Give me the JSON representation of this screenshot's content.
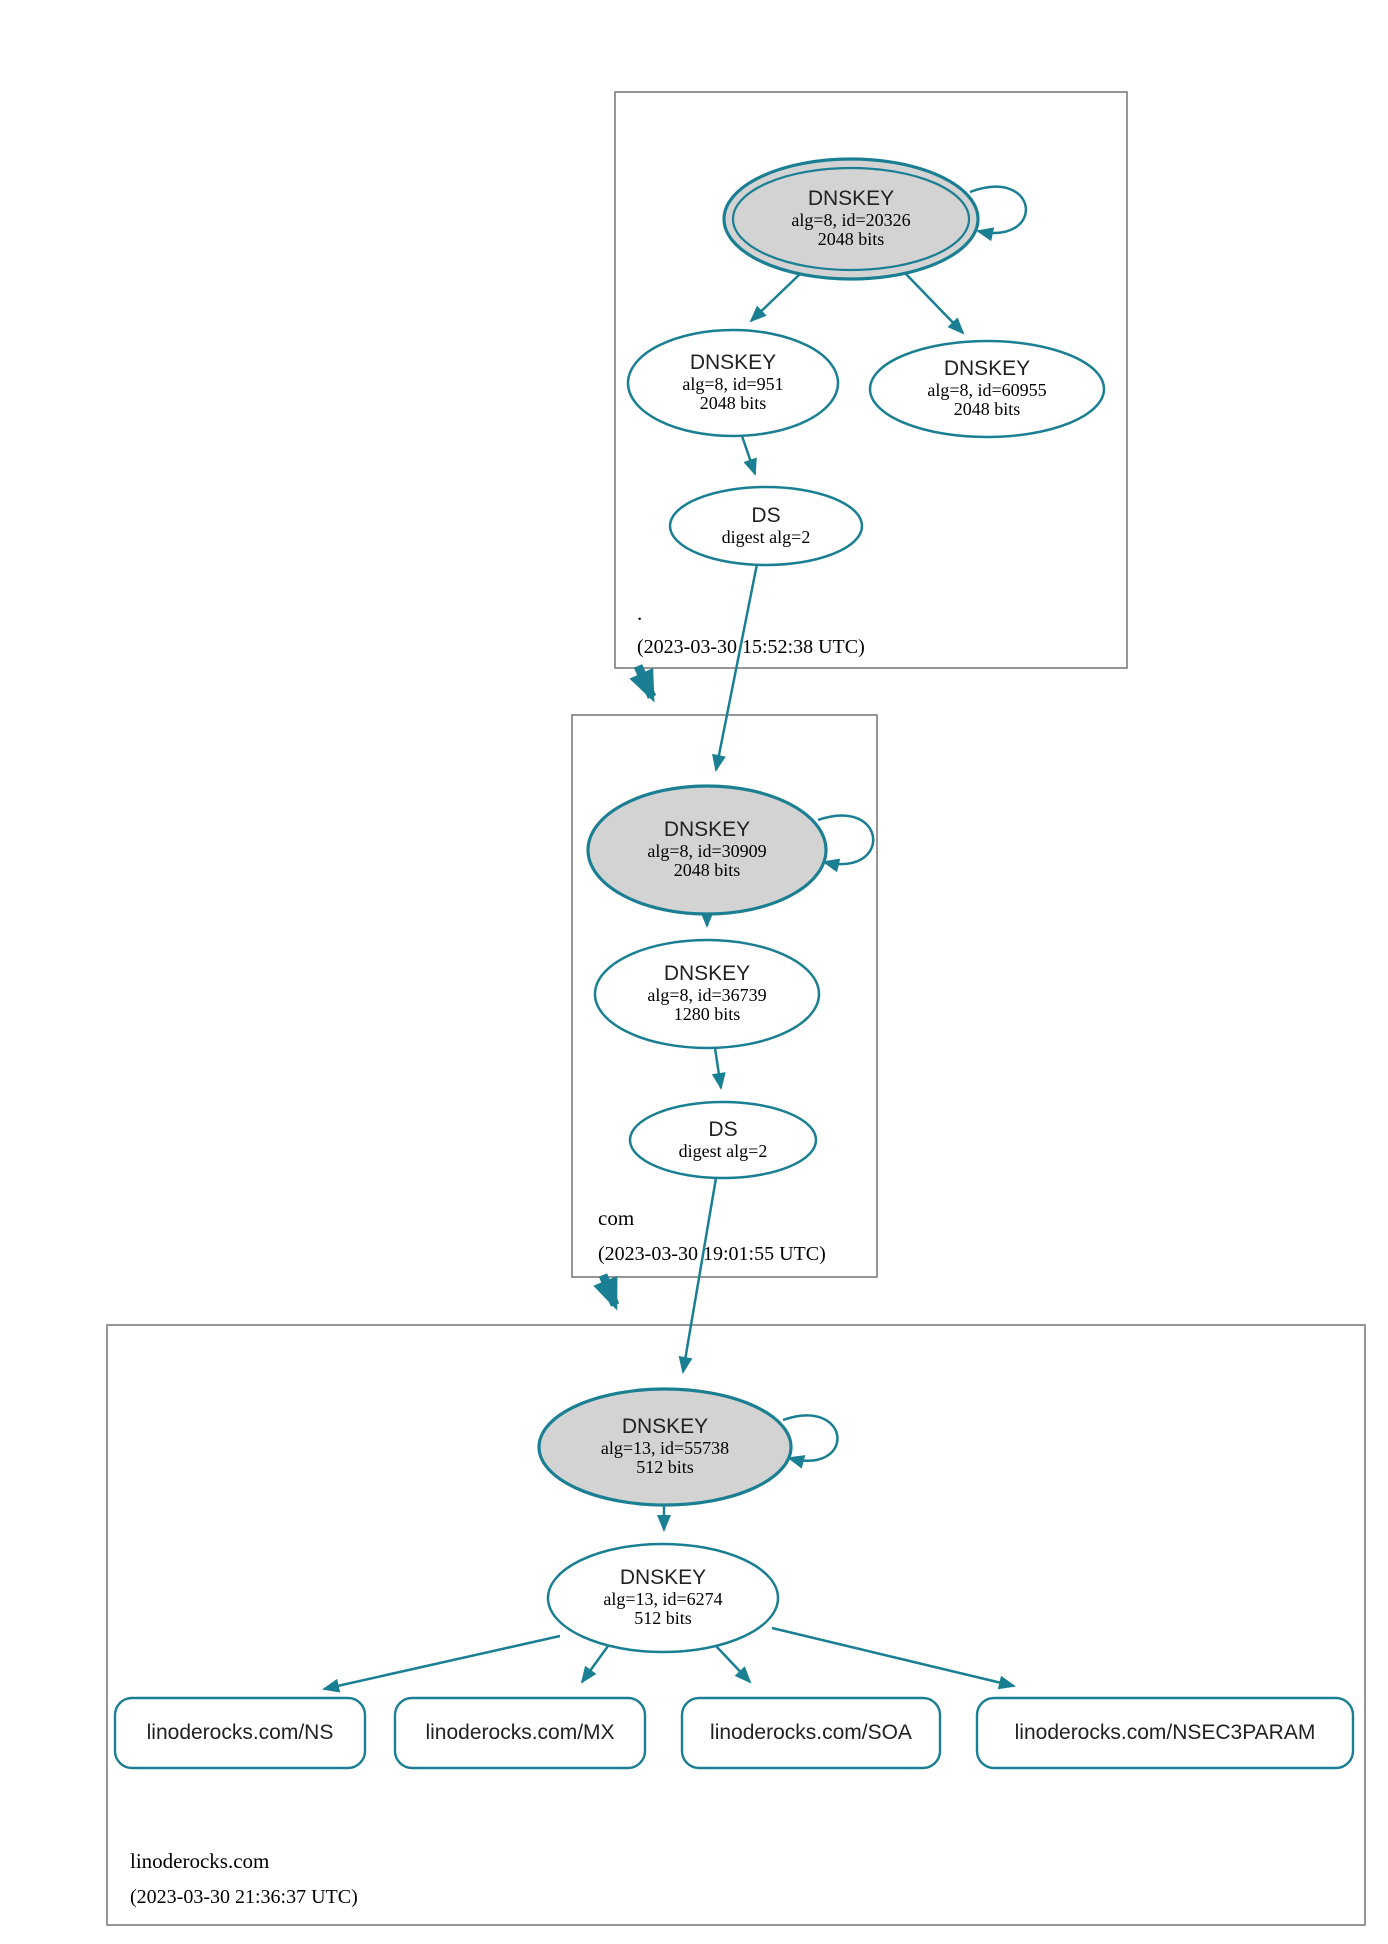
{
  "colors": {
    "teal": "#1a7f92",
    "node_fill": "#d3d3d3",
    "box_border": "#7c7c7c"
  },
  "zones": [
    {
      "label": ".",
      "timestamp": "(2023-03-30 15:52:38 UTC)",
      "nodes": {
        "ksk": {
          "title": "DNSKEY",
          "detail": "alg=8, id=20326",
          "bits": "2048 bits"
        },
        "zsk": {
          "title": "DNSKEY",
          "detail": "alg=8, id=951",
          "bits": "2048 bits"
        },
        "key3": {
          "title": "DNSKEY",
          "detail": "alg=8, id=60955",
          "bits": "2048 bits"
        },
        "ds": {
          "title": "DS",
          "detail": "digest alg=2"
        }
      }
    },
    {
      "label": "com",
      "timestamp": "(2023-03-30 19:01:55 UTC)",
      "nodes": {
        "ksk": {
          "title": "DNSKEY",
          "detail": "alg=8, id=30909",
          "bits": "2048 bits"
        },
        "zsk": {
          "title": "DNSKEY",
          "detail": "alg=8, id=36739",
          "bits": "1280 bits"
        },
        "ds": {
          "title": "DS",
          "detail": "digest alg=2"
        }
      }
    },
    {
      "label": "linoderocks.com",
      "timestamp": "(2023-03-30 21:36:37 UTC)",
      "nodes": {
        "ksk": {
          "title": "DNSKEY",
          "detail": "alg=13, id=55738",
          "bits": "512 bits"
        },
        "zsk": {
          "title": "DNSKEY",
          "detail": "alg=13, id=6274",
          "bits": "512 bits"
        }
      },
      "rrsets": [
        "linoderocks.com/NS",
        "linoderocks.com/MX",
        "linoderocks.com/SOA",
        "linoderocks.com/NSEC3PARAM"
      ]
    }
  ]
}
